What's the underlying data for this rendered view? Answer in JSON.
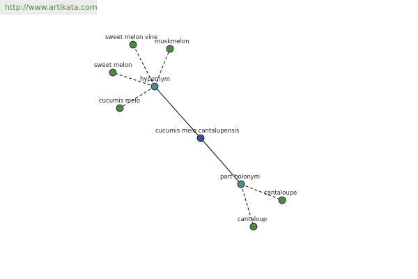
{
  "banner": {
    "url": "http://www.artikata.com"
  },
  "graph": {
    "colors": {
      "center": "#3a4f9e",
      "relation": "#4a8c8c",
      "term": "#4f8a3e",
      "edge": "#000000"
    },
    "nodes": [
      {
        "id": "center",
        "label": "cucumis melo cantalupensis",
        "kind": "center"
      },
      {
        "id": "hypernym",
        "label": "hypernym",
        "kind": "relation"
      },
      {
        "id": "part-holonym",
        "label": "part holonym",
        "kind": "relation"
      },
      {
        "id": "sweet-melon-vine",
        "label": "sweet melon vine",
        "kind": "term"
      },
      {
        "id": "muskmelon",
        "label": "muskmelon",
        "kind": "term"
      },
      {
        "id": "sweet-melon",
        "label": "sweet melon",
        "kind": "term"
      },
      {
        "id": "cucumis-melo",
        "label": "cucumis melo",
        "kind": "term"
      },
      {
        "id": "cantaloupe",
        "label": "cantaloupe",
        "kind": "term"
      },
      {
        "id": "cantaloup",
        "label": "cantaloup",
        "kind": "term"
      }
    ],
    "edges": [
      {
        "from": "center",
        "to": "hypernym",
        "style": "solid"
      },
      {
        "from": "center",
        "to": "part-holonym",
        "style": "solid"
      },
      {
        "from": "hypernym",
        "to": "sweet-melon-vine",
        "style": "dashed"
      },
      {
        "from": "hypernym",
        "to": "muskmelon",
        "style": "dashed"
      },
      {
        "from": "hypernym",
        "to": "sweet-melon",
        "style": "dashed"
      },
      {
        "from": "hypernym",
        "to": "cucumis-melo",
        "style": "dashed"
      },
      {
        "from": "part-holonym",
        "to": "cantaloupe",
        "style": "dashed"
      },
      {
        "from": "part-holonym",
        "to": "cantaloup",
        "style": "dashed"
      }
    ]
  }
}
